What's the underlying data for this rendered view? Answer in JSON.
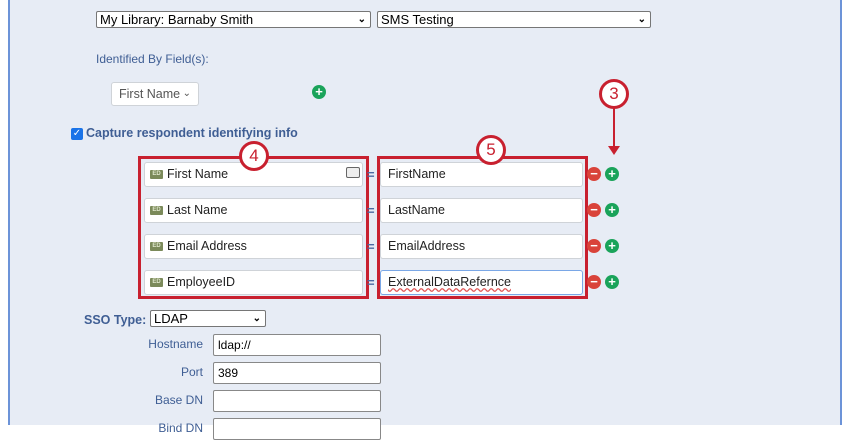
{
  "library_select": {
    "value": "My Library: Barnaby Smith"
  },
  "survey_select": {
    "value": "SMS Testing"
  },
  "identified_by": {
    "label": "Identified By Field(s):",
    "value": "First Name"
  },
  "capture": {
    "label": "Capture respondent identifying info",
    "checked": true
  },
  "mappings": [
    {
      "field": "First Name",
      "value": "FirstName"
    },
    {
      "field": "Last Name",
      "value": "LastName"
    },
    {
      "field": "Email Address",
      "value": "EmailAddress"
    },
    {
      "field": "EmployeeID",
      "value": "ExternalDataRefernce"
    }
  ],
  "equals": "=",
  "ed_badge": "ED",
  "callouts": {
    "three": "3",
    "four": "4",
    "five": "5"
  },
  "sso": {
    "label": "SSO Type:",
    "value": "LDAP",
    "fields": [
      {
        "label": "Hostname",
        "value": "ldap://"
      },
      {
        "label": "Port",
        "value": "389"
      },
      {
        "label": "Base DN",
        "value": ""
      },
      {
        "label": "Bind DN",
        "value": ""
      }
    ]
  },
  "colors": {
    "accent_red": "#c8202f",
    "add_green": "#1aa35a",
    "remove_red": "#d9433a",
    "label_blue": "#3f5e94"
  }
}
